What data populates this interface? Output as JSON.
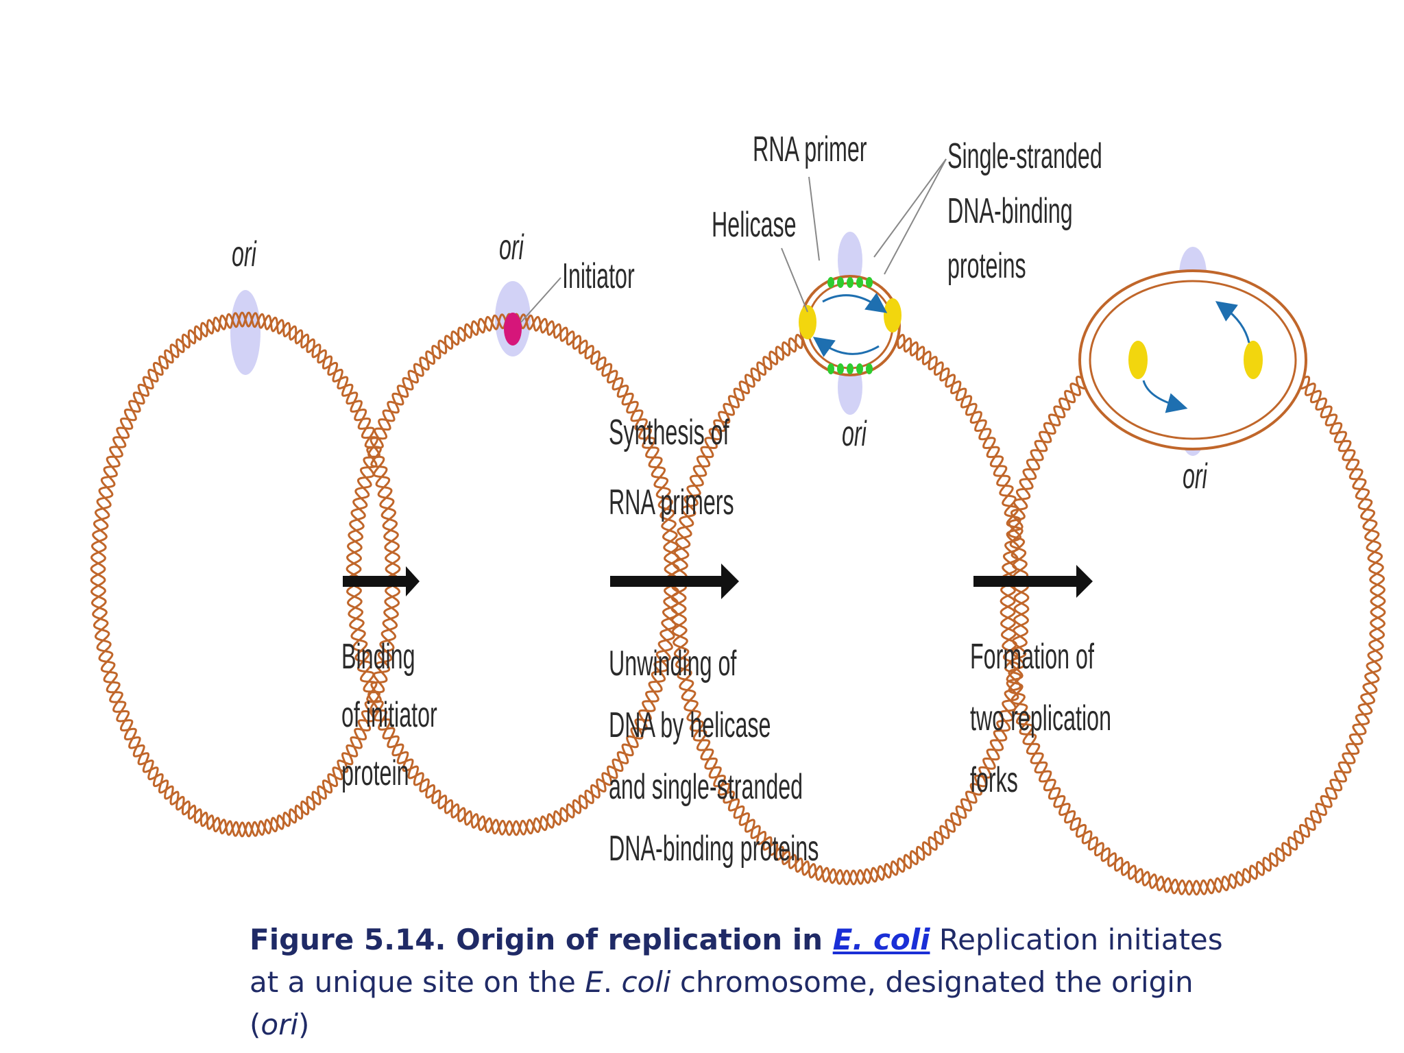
{
  "labels": {
    "ori_1": "ori",
    "ori_2": "ori",
    "initiator": "Initiator",
    "rna_primer": "RNA primer",
    "helicase": "Helicase",
    "ssb_line1": "Single-stranded",
    "ssb_line2": "DNA-binding",
    "ssb_line3": "proteins",
    "ori_3": "ori",
    "ori_4": "ori"
  },
  "steps": {
    "step1_line1": "Binding",
    "step1_line2": "of initiator",
    "step1_line3": "protein",
    "step2_top_line1": "Synthesis of",
    "step2_top_line2": "RNA primers",
    "step2_bottom_line1": "Unwinding of",
    "step2_bottom_line2": "DNA by helicase",
    "step2_bottom_line3": "and single-stranded",
    "step2_bottom_line4": "DNA-binding proteins",
    "step3_line1": "Formation of",
    "step3_line2": "two replication",
    "step3_line3": "forks"
  },
  "caption": {
    "prefix": "Figure 5.14. Origin of replication in ",
    "organism_link": "E. coli",
    "text1": " Replication initiates at a unique site on the ",
    "species_e": "E",
    "dot": ". ",
    "species_coli": "coli",
    "text2": " chromosome, designated the origin (",
    "ori": "ori",
    "close": ")"
  },
  "colors": {
    "dna": "#c0662a",
    "ori_glow": "#d2d2f6",
    "initiator": "#d6167a",
    "helicase": "#f2d60e",
    "ssb": "#2ecc2e",
    "primer": "#1e6fb0",
    "arrow": "#111111",
    "caption_text": "#1f2a66",
    "caption_link": "#1a2fd6"
  }
}
